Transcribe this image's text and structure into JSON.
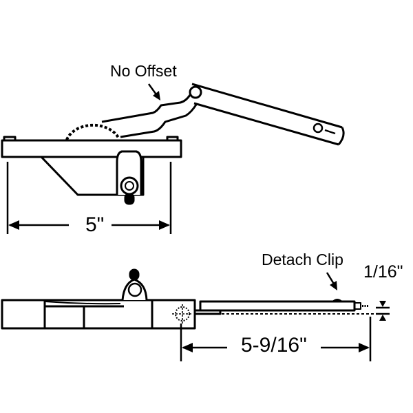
{
  "labels": {
    "no_offset": "No Offset",
    "width_top": "5\"",
    "detach_clip": "Detach Clip",
    "gap": "1/16\"",
    "length_bottom": "5-9/16\""
  },
  "colors": {
    "line": "#000000",
    "background": "#ffffff"
  }
}
